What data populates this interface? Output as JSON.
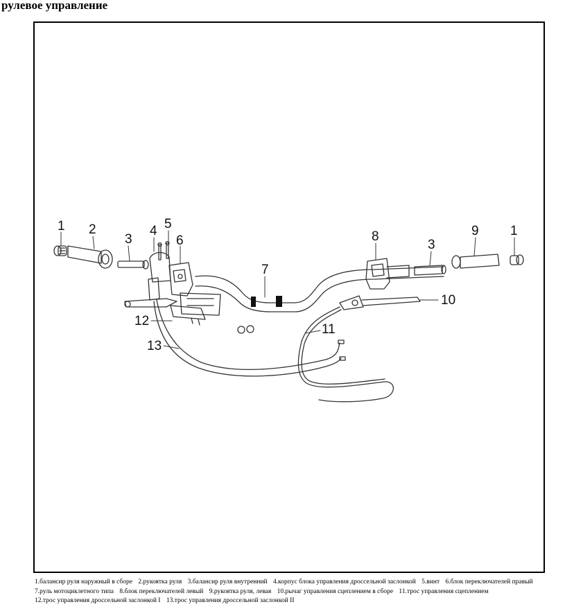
{
  "title": "рулевое управление",
  "callouts": [
    "1",
    "2",
    "3",
    "4",
    "5",
    "6",
    "7",
    "8",
    "3",
    "9",
    "1",
    "10",
    "11",
    "12",
    "13"
  ],
  "legend": {
    "row1": [
      "1.балансир руля наружный в сборе",
      "2.рукоятка руля",
      "3.балансир руля внутренний",
      "4.корпус блока управления дроссельной заслонкой",
      "5.винт",
      "6.блок переключателей правый"
    ],
    "row2": [
      "7.руль мотоциклетного типа",
      "8.блок переключателей левый",
      "9.рукоятка руля, левая",
      "10.рычаг управления сцеплением в сборе",
      "11.трос управления сцеплением"
    ],
    "row3": [
      "12.трос управления дроссельной заслонкой I",
      "13.трос управления дроссельной заслонкой II"
    ]
  }
}
